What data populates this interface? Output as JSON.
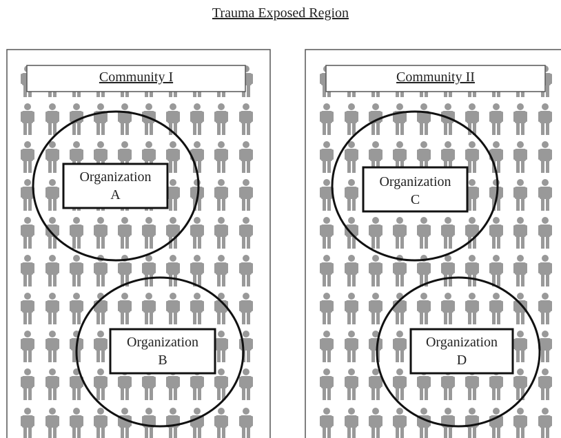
{
  "region": {
    "title": "Trauma Exposed Region"
  },
  "communities": [
    {
      "title": "Community I",
      "organizations": [
        {
          "line1": "Organization",
          "line2": "A"
        },
        {
          "line1": "Organization",
          "line2": "B"
        }
      ]
    },
    {
      "title": "Community II",
      "organizations": [
        {
          "line1": "Organization",
          "line2": "C"
        },
        {
          "line1": "Organization",
          "line2": "D"
        }
      ]
    }
  ],
  "colors": {
    "person": "#999999",
    "outline": "#111111",
    "text": "#222222"
  }
}
